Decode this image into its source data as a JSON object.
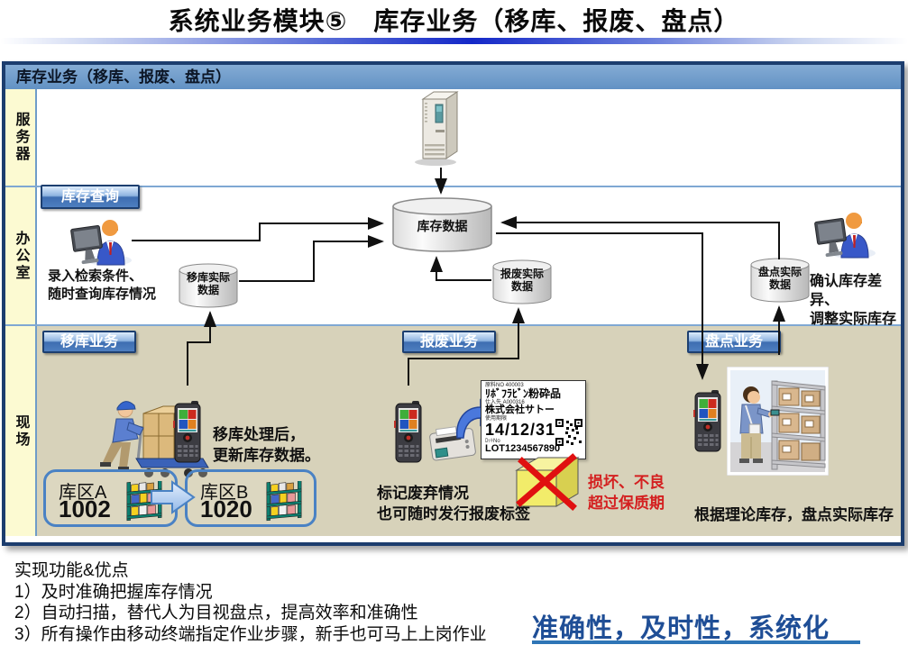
{
  "title": "系统业务模块⑤　库存业务（移库、报废、盘点）",
  "panel": {
    "header": "库存业务（移库、报废、盘点）",
    "lanes": {
      "server": "服务器",
      "office": "办公室",
      "field": "现场"
    }
  },
  "nodes": {
    "inventory_query": "库存查询",
    "inventory_db": "库存数据",
    "transfer_data": "移库实际\n数据",
    "scrap_data": "报废实际\n数据",
    "count_data": "盘点实际\n数据"
  },
  "office": {
    "left_note": "录入检索条件、\n随时查询库存情况",
    "right_note": "确认库存差异、\n调整实际库存"
  },
  "field": {
    "transfer": {
      "label": "移库业务",
      "note": "移库处理后，\n更新库存数据。",
      "zone_a": {
        "name": "库区A",
        "code": "1002"
      },
      "zone_b": {
        "name": "库区B",
        "code": "1020"
      }
    },
    "scrap": {
      "label": "报废业务",
      "note": "标记废弃情况\n也可随时发行报废标签",
      "warning": "损坏、不良\n超过保质期",
      "tag": {
        "field1_label": "原料NO  400003",
        "product": "ﾘﾎﾞﾌﾗﾋﾞﾝ粉砕品",
        "field2_label": "仕入先  A000316",
        "supplier": "株式会社サトー",
        "field3_label": "使用期限",
        "expiry": "14/12/31",
        "field4_label": "ﾛｯﾄNo",
        "lot": "LOT1234567890"
      }
    },
    "count": {
      "label": "盘点业务",
      "note": "根据理论库存，盘点实际库存"
    }
  },
  "footer": {
    "heading": "实现功能&优点",
    "items": [
      "1）及时准确把握库存情况",
      "2）自动扫描，替代人为目视盘点，提高效率和准确性",
      "3）所有操作由移动终端指定作业步骤，新手也可马上上岗作业"
    ],
    "slogan": "准确性，及时性，系统化"
  },
  "colors": {
    "panel_border": "#1c3d6e",
    "header_bar": "#6d99c8",
    "lane_column": "#fcfad2",
    "field_bg": "#d7d2ba",
    "button_blue": "#4e7fc0",
    "slogan_blue": "#1f4e96",
    "warning_red": "#d42020"
  }
}
